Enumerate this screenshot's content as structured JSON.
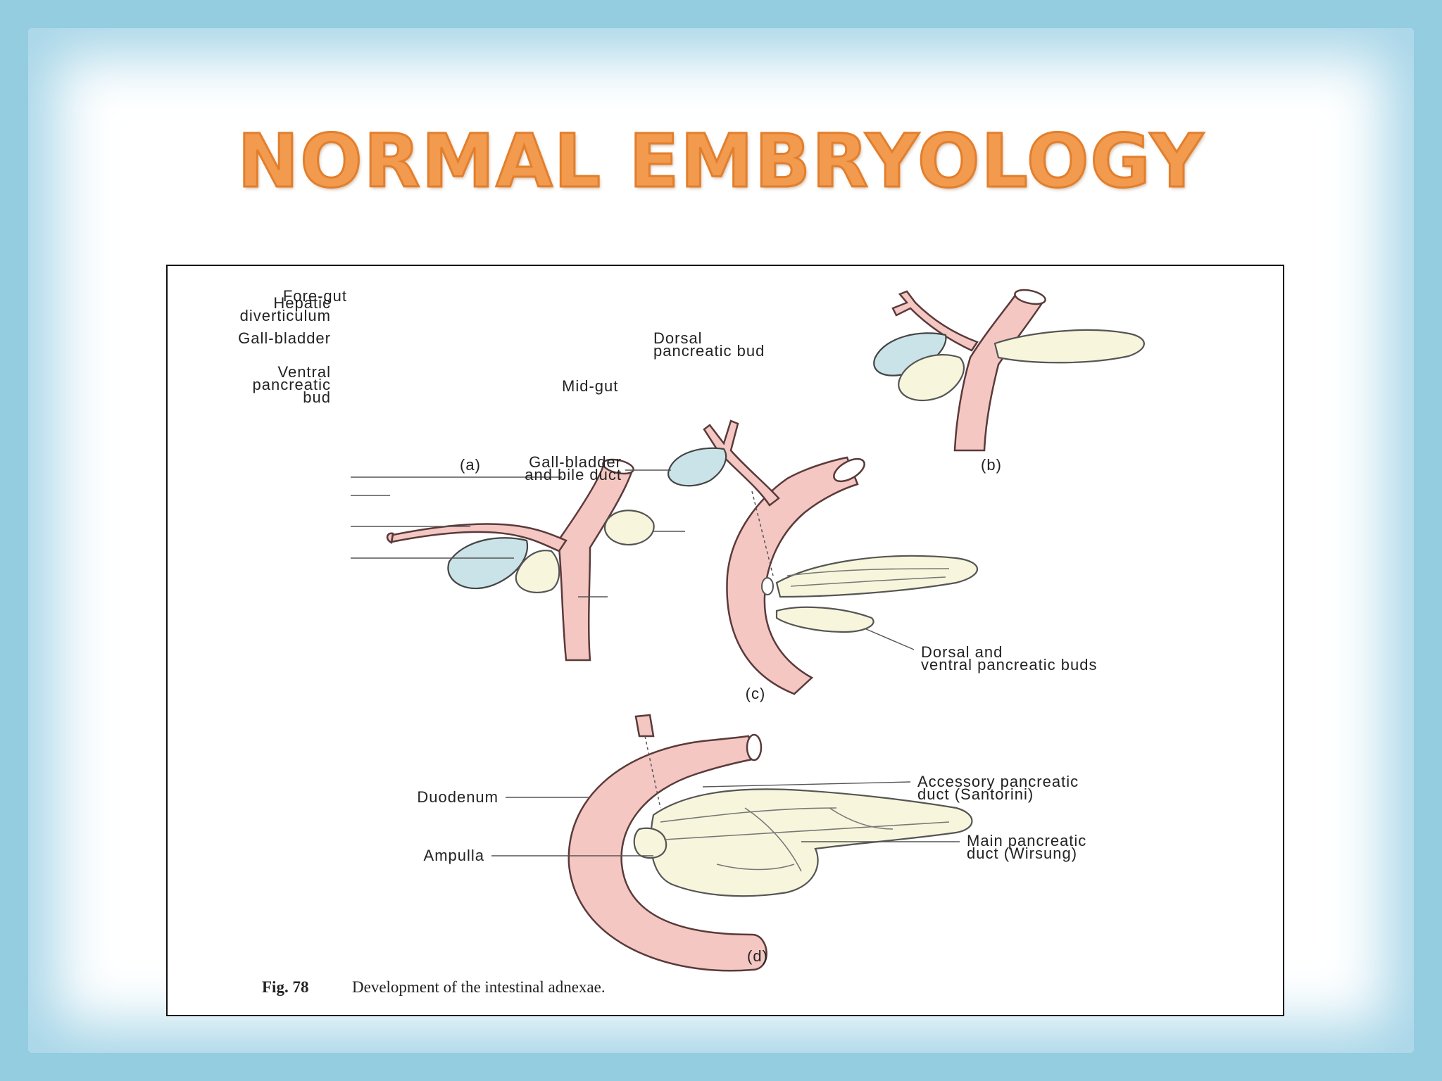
{
  "slide": {
    "title": "NORMAL EMBRYOLOGY",
    "colors": {
      "border": "#94cce0",
      "title": "#f29a4e",
      "gut": "#f4c7c3",
      "pancreas": "#f7f6dc",
      "gallbladder": "#c9e3e8"
    }
  },
  "figure": {
    "panel_a": {
      "label": "(a)",
      "fore_gut": "Fore-gut",
      "hepatic_1": "Hepatic",
      "hepatic_2": "diverticulum",
      "gall_bladder": "Gall-bladder",
      "ventral_1": "Ventral",
      "ventral_2": "pancreatic",
      "ventral_3": "bud",
      "dorsal_1": "Dorsal",
      "dorsal_2": "pancreatic bud",
      "mid_gut": "Mid-gut"
    },
    "panel_b": {
      "label": "(b)"
    },
    "panel_c": {
      "label": "(c)",
      "gb_1": "Gall-bladder",
      "gb_2": "and bile duct",
      "buds_1": "Dorsal and",
      "buds_2": "ventral pancreatic buds"
    },
    "panel_d": {
      "label": "(d)",
      "duodenum": "Duodenum",
      "ampulla": "Ampulla",
      "accessory_1": "Accessory pancreatic",
      "accessory_2": "duct (Santorini)",
      "main_1": "Main pancreatic",
      "main_2": "duct (Wirsung)"
    },
    "caption_num": "Fig. 78",
    "caption_text": "Development of the intestinal adnexae."
  }
}
